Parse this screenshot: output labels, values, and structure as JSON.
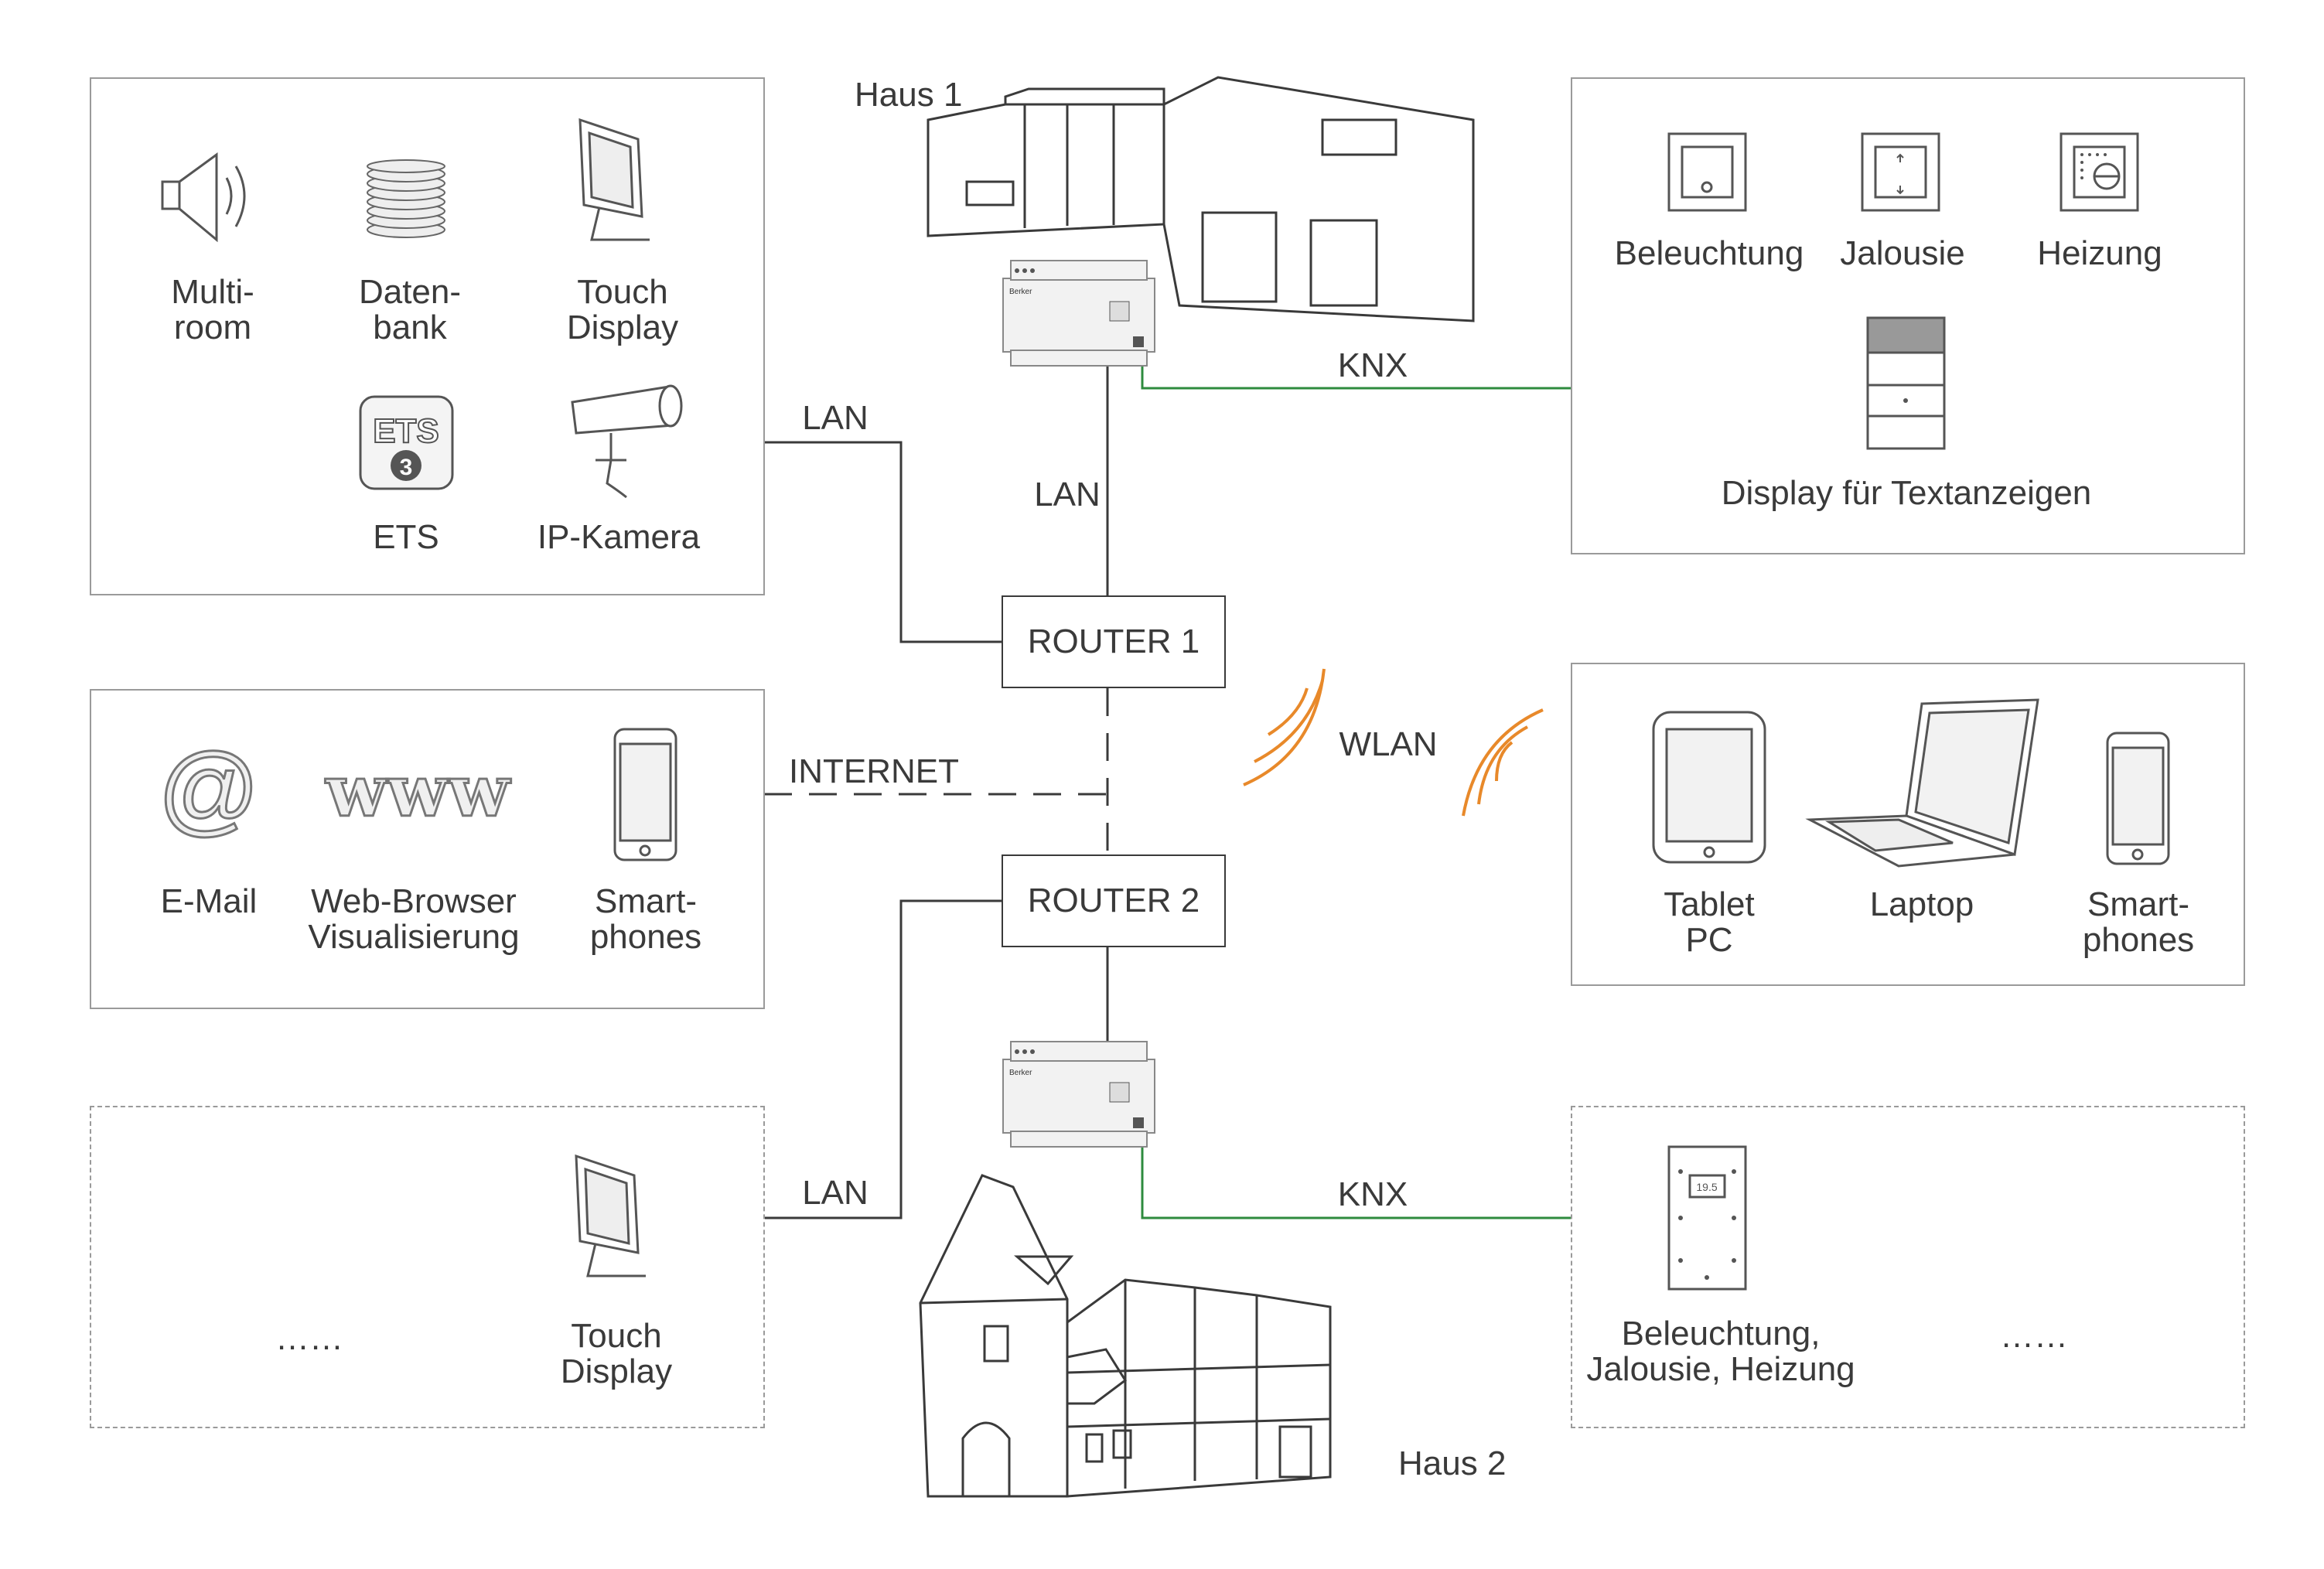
{
  "colors": {
    "line": "#3a3a3a",
    "box_border": "#9a9a9a",
    "knx": "#2e8b3e",
    "wlan": "#e8892a"
  },
  "house1": {
    "label": "Haus 1"
  },
  "house2": {
    "label": "Haus 2"
  },
  "connections": {
    "lan_top_left": "LAN",
    "lan_vertical": "LAN",
    "knx_top": "KNX",
    "internet": "INTERNET",
    "wlan": "WLAN",
    "lan_bottom_left": "LAN",
    "knx_bottom": "KNX"
  },
  "routers": {
    "router1": "ROUTER 1",
    "router2": "ROUTER 2"
  },
  "box_top_left": {
    "items": [
      {
        "label": "Multi-\nroom",
        "icon": "speaker-icon"
      },
      {
        "label": "Daten-\nbank",
        "icon": "database-icon"
      },
      {
        "label": "Touch\nDisplay",
        "icon": "touch-display-icon"
      },
      {
        "label": "ETS",
        "icon": "ets-icon",
        "icon_text": "ETS",
        "icon_num": "3"
      },
      {
        "label": "IP-Kamera",
        "icon": "camera-icon"
      }
    ]
  },
  "box_top_right": {
    "items": [
      {
        "label": "Beleuchtung",
        "icon": "light-switch-icon"
      },
      {
        "label": "Jalousie",
        "icon": "blind-switch-icon"
      },
      {
        "label": "Heizung",
        "icon": "thermostat-icon"
      },
      {
        "label": "Display für Textanzeigen",
        "icon": "text-display-icon"
      }
    ]
  },
  "box_mid_left": {
    "items": [
      {
        "label": "E-Mail",
        "icon": "at-icon",
        "icon_text": "@"
      },
      {
        "label": "Web-Browser\nVisualisierung",
        "icon": "www-icon",
        "icon_text": "www"
      },
      {
        "label": "Smart-\nphones",
        "icon": "smartphone-icon"
      }
    ]
  },
  "box_mid_right": {
    "items": [
      {
        "label": "Tablet\nPC",
        "icon": "tablet-icon"
      },
      {
        "label": "Laptop",
        "icon": "laptop-icon"
      },
      {
        "label": "Smart-\nphones",
        "icon": "smartphone-icon"
      }
    ]
  },
  "box_bottom_left": {
    "ellipsis": "……",
    "items": [
      {
        "label": "Touch\nDisplay",
        "icon": "touch-display-icon"
      }
    ]
  },
  "box_bottom_right": {
    "ellipsis": "……",
    "items": [
      {
        "label": "Beleuchtung,\nJalousie, Heizung",
        "icon": "keypad-icon",
        "icon_text": "19.5"
      }
    ]
  },
  "device_brand": "Berker"
}
